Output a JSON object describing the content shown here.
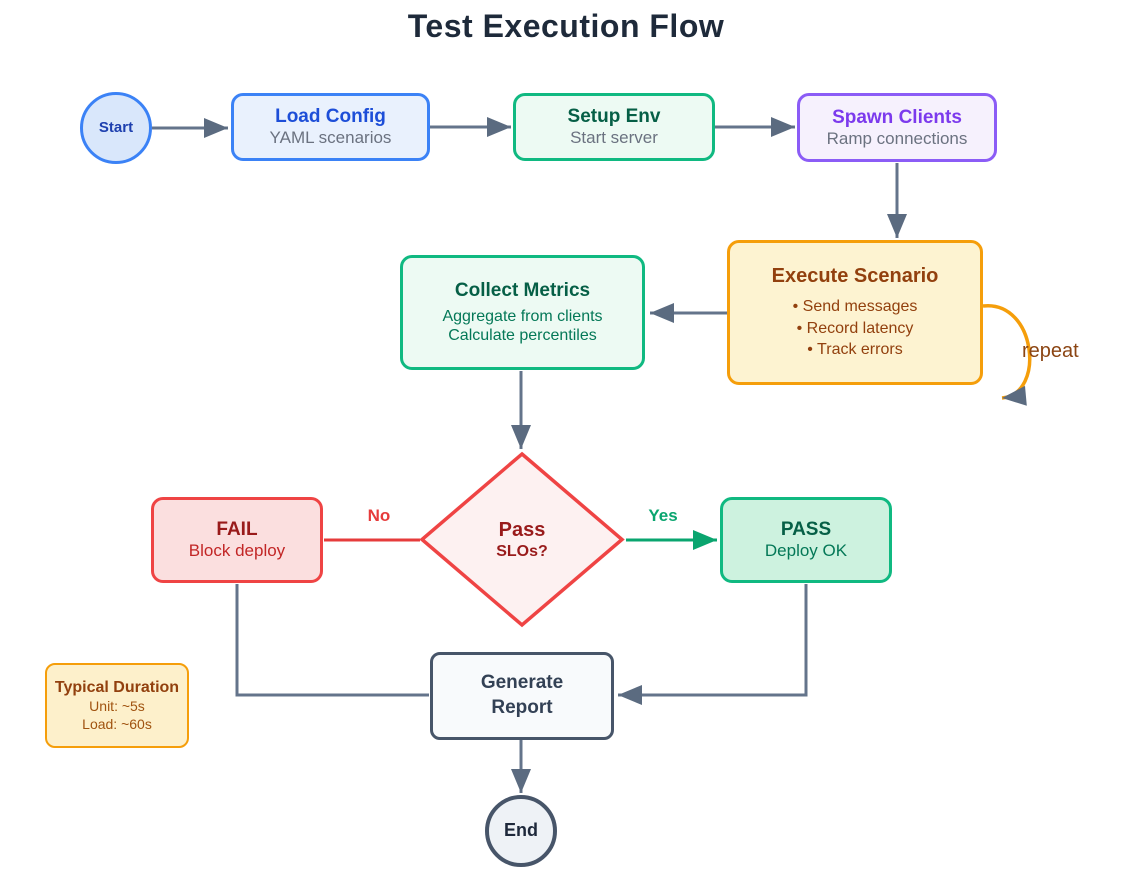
{
  "title": "Test Execution Flow",
  "nodes": {
    "start": {
      "label": "Start"
    },
    "load_config": {
      "title": "Load Config",
      "subtitle": "YAML scenarios"
    },
    "setup_env": {
      "title": "Setup Env",
      "subtitle": "Start server"
    },
    "spawn_clients": {
      "title": "Spawn Clients",
      "subtitle": "Ramp connections"
    },
    "execute_scenario": {
      "title": "Execute Scenario",
      "bullets": [
        "• Send messages",
        "• Record latency",
        "• Track errors"
      ]
    },
    "collect_metrics": {
      "title": "Collect Metrics",
      "lines": [
        "Aggregate from clients",
        "Calculate percentiles"
      ]
    },
    "decision": {
      "title": "Pass",
      "subtitle": "SLOs?"
    },
    "fail": {
      "title": "FAIL",
      "subtitle": "Block deploy"
    },
    "pass": {
      "title": "PASS",
      "subtitle": "Deploy OK"
    },
    "report": {
      "title": "Generate",
      "subtitle": "Report"
    },
    "end": {
      "label": "End"
    },
    "note": {
      "title": "Typical Duration",
      "lines": [
        "Unit: ~5s",
        "Load: ~60s"
      ]
    }
  },
  "edge_labels": {
    "no": "No",
    "yes": "Yes",
    "repeat": "repeat"
  },
  "colors": {
    "title_text": "#1e2a3a",
    "arrow_gray": "#64748b",
    "arrowhead_gray": "#5b6b80",
    "blue_border": "#3b82f6",
    "blue_fill": "#e9f1fd",
    "blue_text": "#1d4ed8",
    "green_border": "#10b981",
    "green_fill_light": "#edfaf3",
    "green_fill": "#cdf2df",
    "green_text_dark": "#065f46",
    "green_text": "#047857",
    "purple_border": "#8b5cf6",
    "purple_fill": "#f6f1fd",
    "purple_text": "#7c3aed",
    "orange_border": "#f59e0b",
    "yellow_fill": "#fdf3d1",
    "brown_text": "#92400e",
    "repeat_text": "#8b4513",
    "red_border": "#ef4444",
    "red_fill_light": "#fdf1f1",
    "red_fill": "#fbdfdf",
    "red_text_dark": "#991b1b",
    "red_text": "#c22626",
    "slate_border": "#475569",
    "slate_fill": "#f8fafc",
    "slate_text": "#334155",
    "gray_subtitle": "#6b7280"
  }
}
